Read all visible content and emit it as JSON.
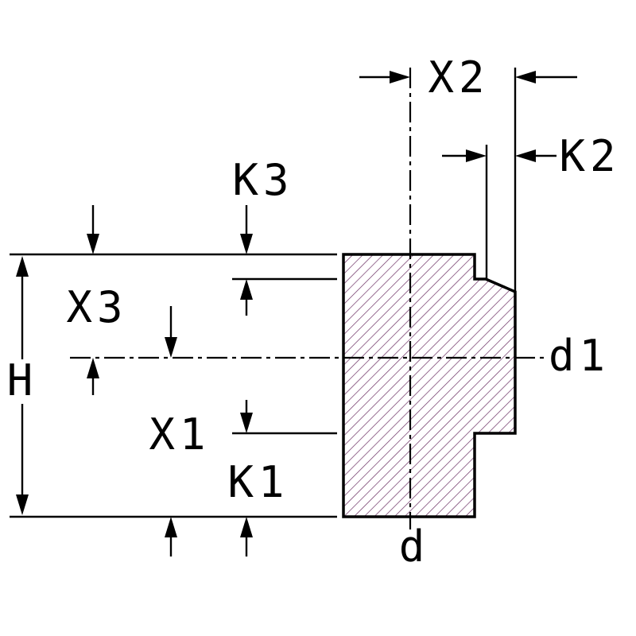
{
  "diagram": {
    "type": "technical-dimension-drawing",
    "labels": {
      "x2": "X2",
      "k2": "K2",
      "k3": "K3",
      "x3": "X3",
      "h": "H",
      "x1": "X1",
      "k1": "K1",
      "d1": "d1",
      "d": "d"
    },
    "colors": {
      "line": "#000000",
      "hatch": "#6b2f63",
      "background": "#ffffff"
    }
  }
}
